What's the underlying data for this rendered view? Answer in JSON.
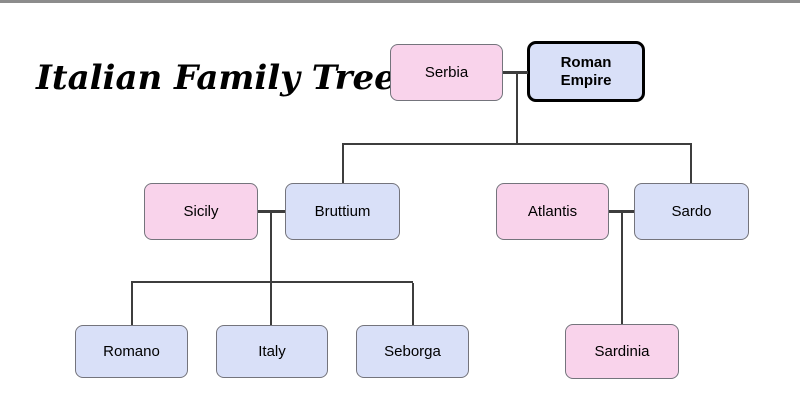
{
  "title": "Italian Family Tree",
  "colors": {
    "background": "#ffffff",
    "top_bar": "#8c8c8c",
    "pink": "#f9d3eb",
    "blue": "#d9e0f8",
    "border": "#74747c",
    "emphasis_border": "#000000",
    "line": "#3d3d3d",
    "text": "#000000"
  },
  "nodes": [
    {
      "id": "serbia",
      "label": "Serbia",
      "kind": "pink"
    },
    {
      "id": "roman-empire",
      "label": "Roman Empire",
      "kind": "blue-emphasis"
    },
    {
      "id": "sicily",
      "label": "Sicily",
      "kind": "pink"
    },
    {
      "id": "bruttium",
      "label": "Bruttium",
      "kind": "blue"
    },
    {
      "id": "atlantis",
      "label": "Atlantis",
      "kind": "pink"
    },
    {
      "id": "sardo",
      "label": "Sardo",
      "kind": "blue"
    },
    {
      "id": "romano",
      "label": "Romano",
      "kind": "blue"
    },
    {
      "id": "italy",
      "label": "Italy",
      "kind": "blue"
    },
    {
      "id": "seborga",
      "label": "Seborga",
      "kind": "blue"
    },
    {
      "id": "sardinia",
      "label": "Sardinia",
      "kind": "pink"
    }
  ],
  "families": [
    {
      "parents": [
        "Serbia",
        "Roman Empire"
      ],
      "children": [
        "Bruttium",
        "Sardo"
      ]
    },
    {
      "parents": [
        "Sicily",
        "Bruttium"
      ],
      "children": [
        "Romano",
        "Italy",
        "Seborga"
      ]
    },
    {
      "parents": [
        "Atlantis",
        "Sardo"
      ],
      "children": [
        "Sardinia"
      ]
    }
  ]
}
